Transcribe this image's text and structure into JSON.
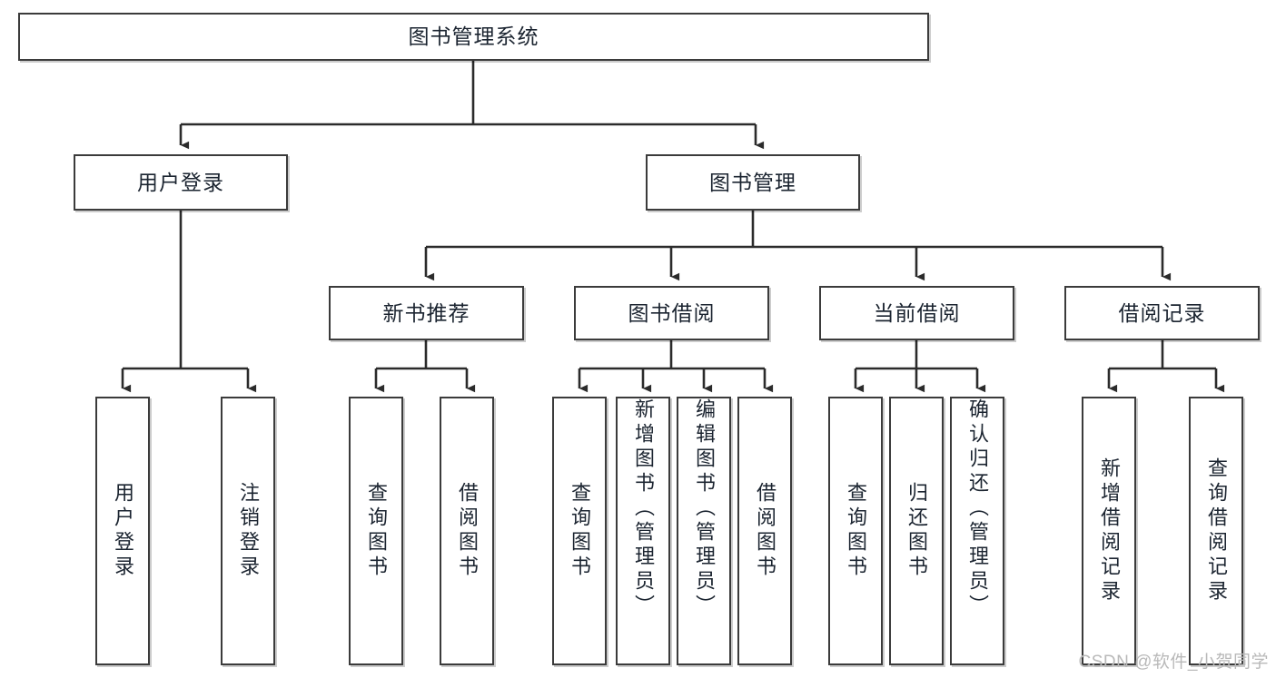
{
  "diagram": {
    "type": "tree-hierarchy-chart",
    "title": "图书管理系统",
    "colors": {
      "box_border": "#3b3b3b",
      "box_fill": "#ffffff",
      "text": "#1b2430",
      "connector": "#2b2b2b",
      "watermark": "#b9b9b9",
      "background": "#ffffff"
    },
    "root": {
      "label": "图书管理系统"
    },
    "level2": [
      {
        "label": "用户登录"
      },
      {
        "label": "图书管理"
      }
    ],
    "level3": [
      {
        "label": "新书推荐"
      },
      {
        "label": "图书借阅"
      },
      {
        "label": "当前借阅"
      },
      {
        "label": "借阅记录"
      }
    ],
    "leaves": {
      "user_login": [
        {
          "label": "用户登录"
        },
        {
          "label": "注销登录"
        }
      ],
      "new_book_recommend": [
        {
          "label": "查询图书"
        },
        {
          "label": "借阅图书"
        }
      ],
      "book_borrow": [
        {
          "label": "查询图书"
        },
        {
          "label": "新增图书（管理员）"
        },
        {
          "label": "编辑图书（管理员）"
        },
        {
          "label": "借阅图书"
        }
      ],
      "current_borrow": [
        {
          "label": "查询图书"
        },
        {
          "label": "归还图书"
        },
        {
          "label": "确认归还（管理员）"
        }
      ],
      "borrow_records": [
        {
          "label": "新增借阅记录"
        },
        {
          "label": "查询借阅记录"
        }
      ]
    }
  },
  "watermark": {
    "text": "CSDN @软件_小贺同学"
  }
}
